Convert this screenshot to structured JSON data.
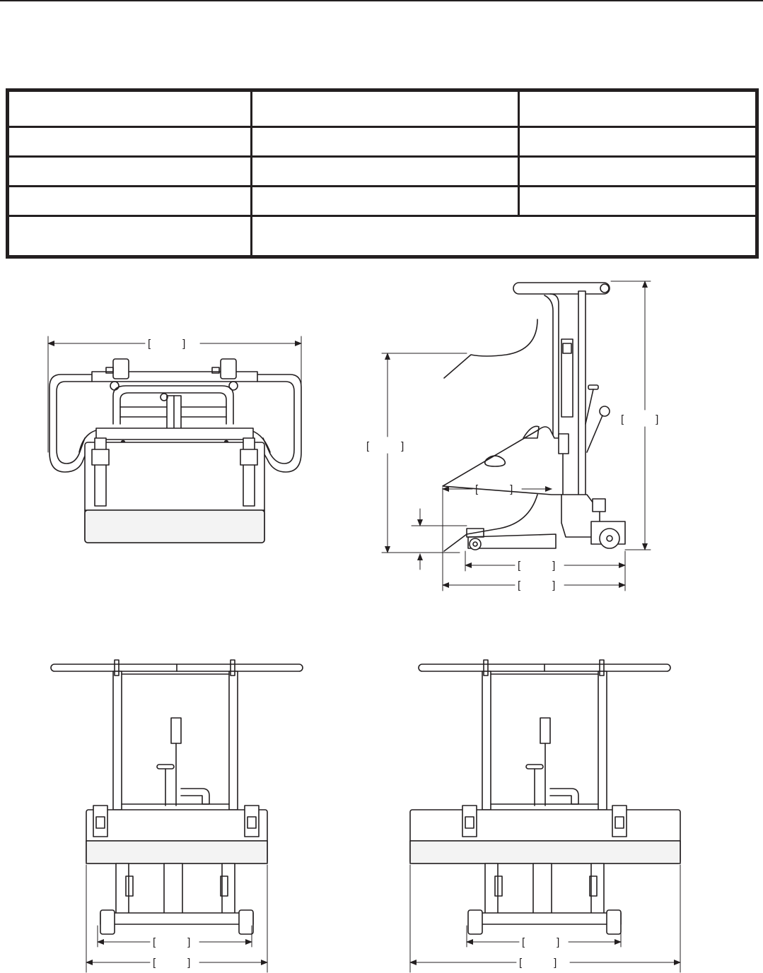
{
  "page": {
    "background": "#ffffff",
    "line_color": "#231f20",
    "fill_color": "#f3f3f3"
  },
  "spec_table": {
    "rows": [
      [
        "",
        "",
        ""
      ],
      [
        "",
        "",
        ""
      ],
      [
        "",
        "",
        ""
      ],
      [
        "",
        "",
        ""
      ],
      [
        "",
        ""
      ]
    ]
  },
  "views": [
    {
      "name": "top-view",
      "dimension_markers": [
        "[ ]"
      ]
    },
    {
      "name": "side-view",
      "dimension_markers": [
        "[ ]",
        "[ ]",
        "[ ]",
        "[ ]",
        "[ ]"
      ]
    },
    {
      "name": "rear-view-left",
      "dimension_markers": [
        "[ ]",
        "[ ]"
      ]
    },
    {
      "name": "rear-view-right",
      "dimension_markers": [
        "[ ]",
        "[ ]"
      ]
    }
  ]
}
